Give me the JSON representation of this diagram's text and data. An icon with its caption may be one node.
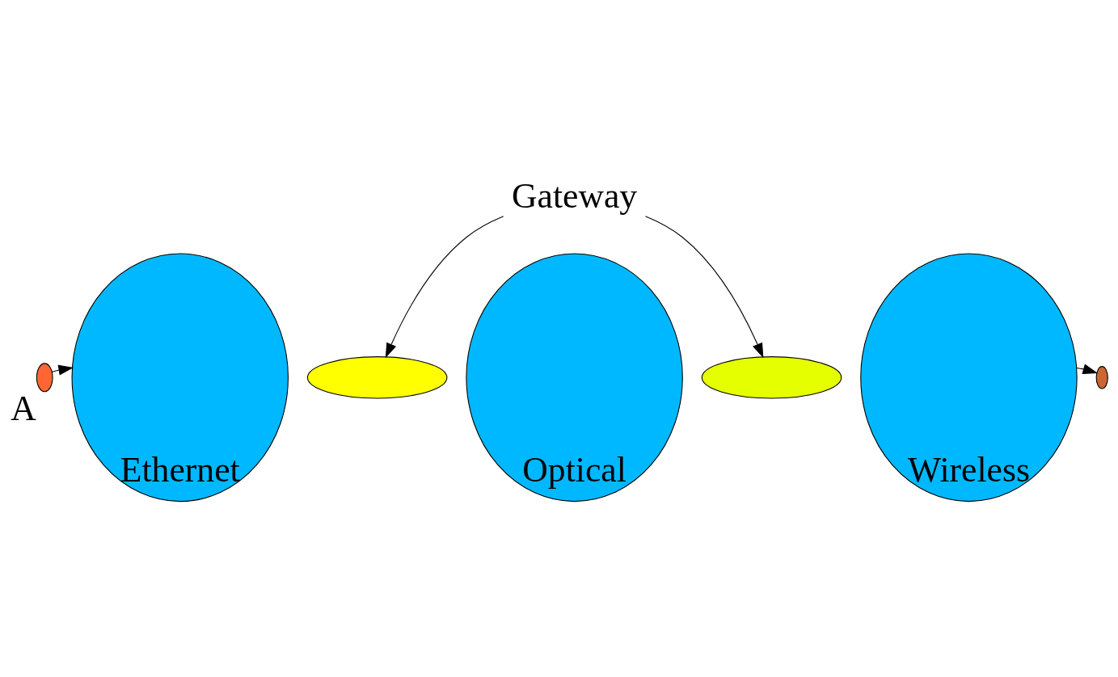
{
  "diagram": {
    "nodes": [
      {
        "text": [
          "Gateway"
        ]
      },
      {
        "text": [],
        "shape": "ellipse",
        "beside": [
          "A"
        ]
      },
      {
        "text": [
          "Ethernet"
        ]
      },
      {
        "text": [],
        "shape": "ellipse"
      },
      {
        "text": [
          "Optical"
        ]
      },
      {
        "text": [],
        "shape": "ellipse"
      },
      {
        "text": [
          "Wireless"
        ]
      },
      {
        "text": [],
        "shape": "ellipse"
      }
    ],
    "edges": [
      {
        "from": 1,
        "to": 2,
        "arrow": "to"
      },
      {
        "from": 0,
        "to": 3,
        "arrow": "to"
      },
      {
        "from": 0,
        "to": 5,
        "arrow": "to"
      },
      {
        "from": 6,
        "to": 7,
        "arrow": "to"
      }
    ]
  }
}
